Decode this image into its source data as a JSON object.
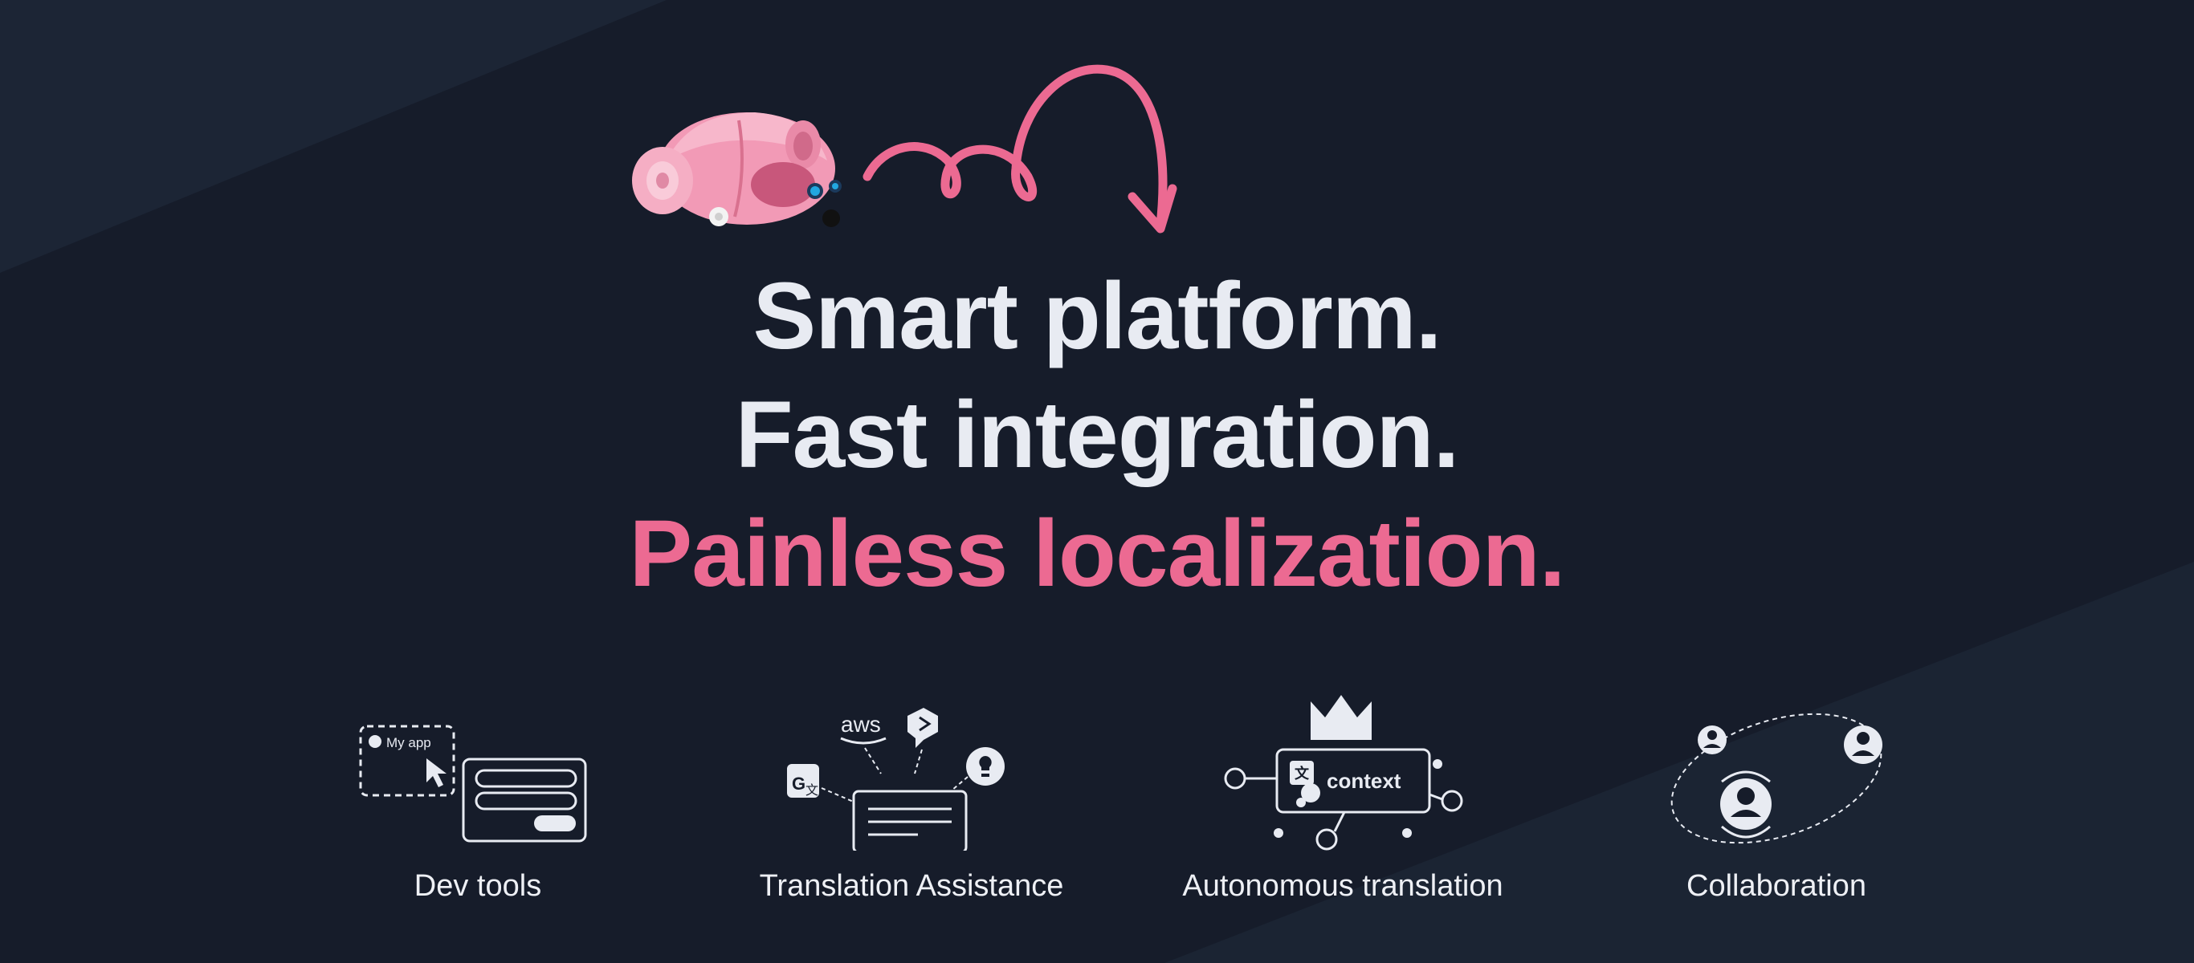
{
  "headline": {
    "line1": "Smart platform.",
    "line2": "Fast integration.",
    "line3": "Painless localization."
  },
  "features": [
    {
      "label": "Dev tools",
      "icon": "dev-tools-icon",
      "inner_text": "My app"
    },
    {
      "label": "Translation Assistance",
      "icon": "translation-assistance-icon",
      "inner_text": "aws"
    },
    {
      "label": "Autonomous translation",
      "icon": "autonomous-translation-icon",
      "inner_text": "context"
    },
    {
      "label": "Collaboration",
      "icon": "collaboration-icon"
    }
  ],
  "colors": {
    "background": "#161c2a",
    "headline": "#e8ebf2",
    "accent": "#ec6a92"
  }
}
